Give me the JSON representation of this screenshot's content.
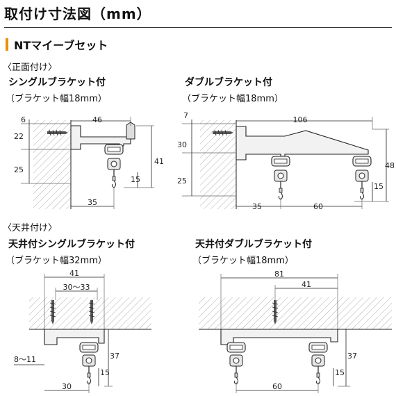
{
  "page_title": "取付け寸法図（mm）",
  "section_title": "NTマイーブセット",
  "wall_mount": {
    "label": "〈正面付け〉",
    "single": {
      "title": "シングルブラケット付",
      "note": "（ブラケット幅18mm）",
      "dims": {
        "top_offset": "6",
        "arm_length": "46",
        "screw_to_arm": "22",
        "arm_to_bottom": "25",
        "total_height": "41",
        "hook_height": "15",
        "wall_to_center": "35"
      }
    },
    "double": {
      "title": "ダブルブラケット付",
      "note": "（ブラケット幅18mm）",
      "dims": {
        "top_offset": "7",
        "arm_length": "106",
        "screw_to_arm": "30",
        "arm_to_bottom": "25",
        "total_height": "48",
        "hook_height": "15",
        "wall_to_center": "35",
        "rail_spacing": "60"
      }
    }
  },
  "ceiling_mount": {
    "label": "〈天井付け〉",
    "single": {
      "title": "天井付シングルブラケット付",
      "note": "（ブラケット幅32mm）",
      "dims": {
        "bracket_width": "41",
        "screw_range": "30～33",
        "side_gap": "8～11",
        "total_height": "37",
        "hook_height": "15",
        "rail_offset": "30"
      }
    },
    "double": {
      "title": "天井付ダブルブラケット付",
      "note": "（ブラケット幅18mm）",
      "dims": {
        "bracket_width": "81",
        "half_width": "41",
        "total_height": "37",
        "hook_height": "15",
        "rail_spacing": "60"
      }
    }
  }
}
